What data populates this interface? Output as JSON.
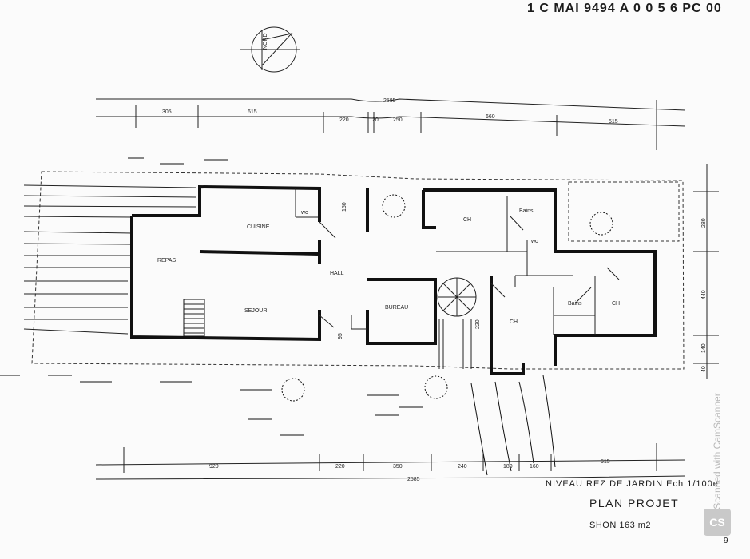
{
  "header": {
    "stamp": "1 C MAI 9494 A 0 0 5 6 PC 00"
  },
  "compass": {
    "label": "NORD"
  },
  "rooms": {
    "cuisine": "CUISINE",
    "wc1": "wc",
    "repas": "REPAS",
    "sejour": "SEJOUR",
    "hall": "HALL",
    "bureau": "BUREAU",
    "ch1": "CH",
    "bains1": "Bains",
    "wc2": "wc",
    "ch2": "CH",
    "bains2": "Bains",
    "ch3": "CH"
  },
  "dimensions": {
    "top_total": "2585",
    "top_segments": [
      "305",
      "615",
      "220",
      "20",
      "250",
      "660",
      "515"
    ],
    "bottom_total": "2585",
    "bottom_segments": [
      "920",
      "220",
      "350",
      "240",
      "180",
      "160",
      "515"
    ],
    "right_segments": [
      "280",
      "440",
      "140",
      "40"
    ],
    "interior": [
      "150",
      "95",
      "220"
    ]
  },
  "title_block": {
    "line1": "NIVEAU REZ DE JARDIN Ech 1/100e",
    "line2": "PLAN PROJET",
    "line3": "SHON 163 m2",
    "page": "9"
  },
  "watermark": {
    "text": "Scanned with CamScanner",
    "logo": "CS"
  }
}
